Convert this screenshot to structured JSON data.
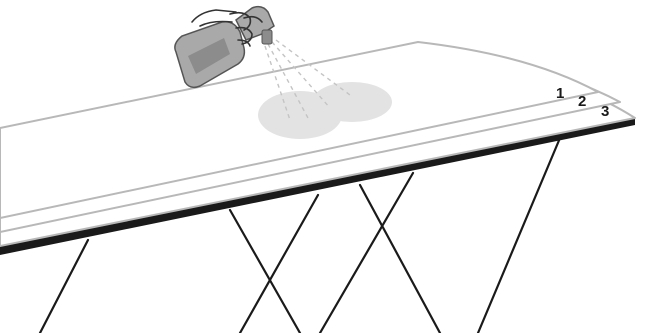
{
  "diagram": {
    "layer_labels": [
      "1",
      "2",
      "3"
    ],
    "colors": {
      "background": "#ffffff",
      "sheet_fill": "#ffffff",
      "sheet_outline": "#b8b8b8",
      "table_edge": "#1a1a1a",
      "table_legs": "#1a1a1a",
      "wet_spot": "#e3e3e3",
      "spray_bottle": "#a9a9a9",
      "spray_bottle_dark": "#8c8c8c",
      "spray_mist": "#c4c4c4",
      "hand_outline": "#333333"
    },
    "icons": [
      "spray-bottle-icon",
      "hand-icon",
      "mist-icon"
    ]
  }
}
